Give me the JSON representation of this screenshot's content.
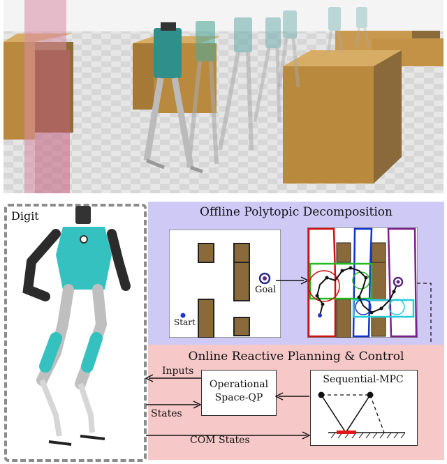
{
  "scene": {
    "floor_color": "#dcdcdc",
    "box_color": "#b98a3e",
    "goal_region_color": "#d98ca6"
  },
  "robot_panel": {
    "label": "Digit",
    "robot_color": "#35c1c0"
  },
  "offline_panel": {
    "title": "Offline Polytopic Decomposition",
    "start_label": "Start",
    "goal_label": "Goal",
    "bg_color": "#cfc9f6"
  },
  "online_panel": {
    "title": "Online Reactive Planning & Control",
    "bg_color": "#f6c8c8",
    "osqp_line1": "Operational",
    "osqp_line2": "Space-QP",
    "smpc_label": "Sequential-MPC",
    "inputs_label": "Inputs",
    "states_label": "States",
    "com_label": "COM States"
  }
}
